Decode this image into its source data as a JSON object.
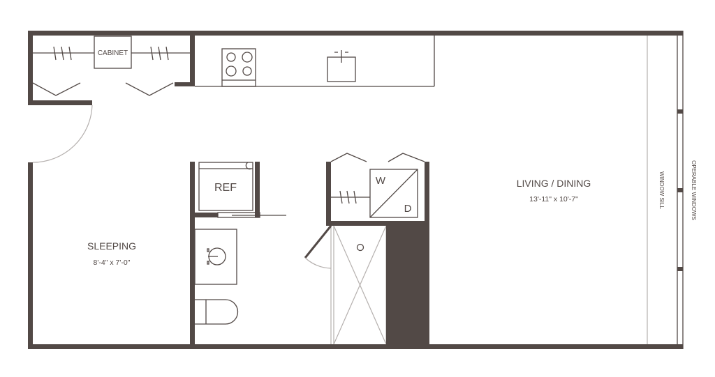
{
  "colors": {
    "wall": "#524946",
    "light_line": "#b5b0ae",
    "background": "#ffffff"
  },
  "rooms": {
    "sleeping": {
      "name": "SLEEPING",
      "dimensions": "8'-4\" x 7'-0\""
    },
    "living": {
      "name": "LIVING / DINING",
      "dimensions": "13'-11\" x 10'-7\""
    }
  },
  "fixtures": {
    "cabinet": "CABINET",
    "refrigerator": "REF",
    "washer": "W",
    "dryer": "D"
  },
  "annotations": {
    "window_sill": "WINDOW SILL",
    "operable_windows": "OPERABLE WINDOWS"
  }
}
